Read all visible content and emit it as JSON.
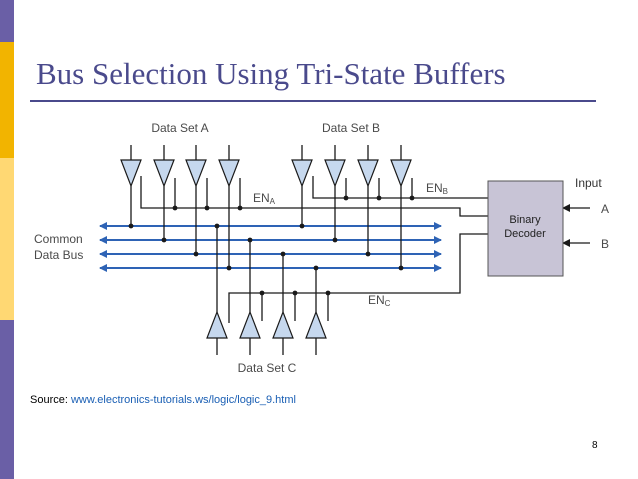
{
  "slide": {
    "title": "Bus Selection Using Tri-State Buffers",
    "page_number": "8",
    "source_label": "Source:",
    "source_link": "www.electronics-tutorials.ws/logic/logic_9.html"
  },
  "diagram": {
    "data_set_a": "Data Set A",
    "data_set_b": "Data Set B",
    "data_set_c": "Data Set C",
    "en_a": "EN",
    "en_a_sub": "A",
    "en_b": "EN",
    "en_b_sub": "B",
    "en_c": "EN",
    "en_c_sub": "C",
    "common_line1": "Common",
    "common_line2": "Data Bus",
    "decoder_line1": "Binary",
    "decoder_line2": "Decoder",
    "input_label": "Input",
    "input_a": "A",
    "input_b": "B"
  },
  "colors": {
    "title": "#4a4a8c",
    "bus": "#2e63b5",
    "wire": "#1a1a1a",
    "decoder_fill": "#c8c4d6",
    "buffer_fill": "#c6d8ee",
    "label": "#4a4a4a",
    "sidebar": [
      "#6a5fa6",
      "#f2b400",
      "#ffd873",
      "#6a5fa6"
    ]
  }
}
